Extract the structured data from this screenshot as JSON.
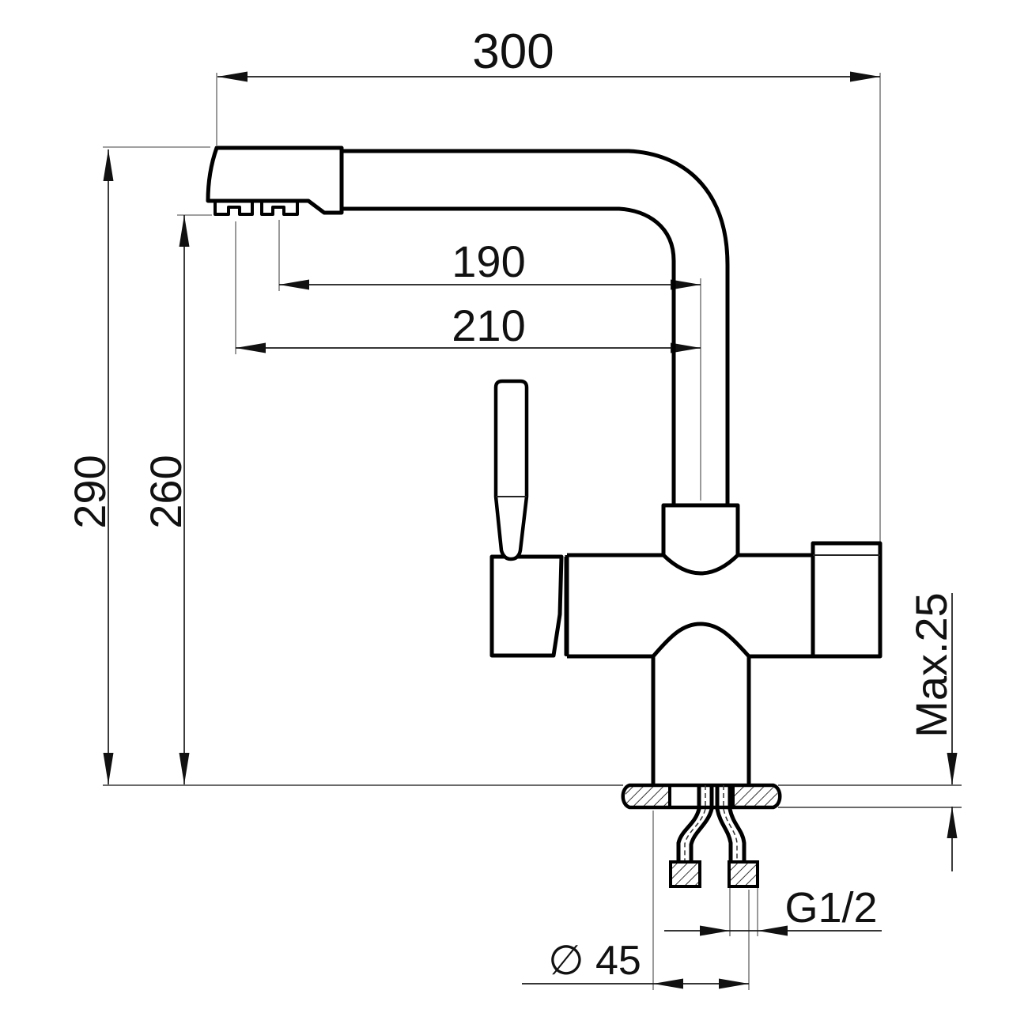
{
  "drawing": {
    "labels": {
      "dim_300": "300",
      "dim_190": "190",
      "dim_210": "210",
      "dim_290": "290",
      "dim_260": "260",
      "dim_max25": "Max.25",
      "dim_thread": "G1/2",
      "dim_diameter": "∅ 45"
    },
    "colors": {
      "outline": "#000000",
      "dimension": "#1a1a1a",
      "extension": "#808080",
      "background": "#ffffff"
    }
  }
}
